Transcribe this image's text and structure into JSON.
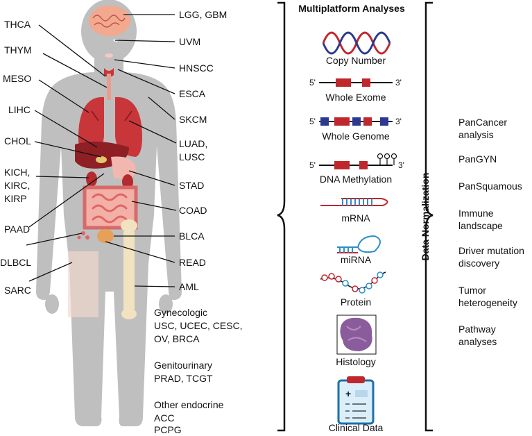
{
  "organ_labels": {
    "thca": "THCA",
    "thym": "THYM",
    "meso": "MESO",
    "lihc": "LIHC",
    "chol": "CHOL",
    "kich": "KICH,",
    "kirc": "KIRC,",
    "kirp": "KIRP",
    "paad": "PAAD",
    "dlbcl": "DLBCL",
    "sarc": "SARC",
    "lgg_gbm": "LGG, GBM",
    "uvm": "UVM",
    "hnscc": "HNSCC",
    "esca": "ESCA",
    "skcm": "SKCM",
    "luad": "LUAD,",
    "lusc": "LUSC",
    "stad": "STAD",
    "coad": "COAD",
    "blca": "BLCA",
    "read": "READ",
    "aml": "AML"
  },
  "groups": {
    "gyn_title": "Gynecologic",
    "gyn_line1": "USC, UCEC, CESC,",
    "gyn_line2": "OV, BRCA",
    "gu_title": "Genitourinary",
    "gu_line1": "PRAD, TCGT",
    "endo_title": "Other endocrine",
    "endo_line1": "ACC",
    "endo_line2": "PCPG"
  },
  "platforms": {
    "title": "Multiplatform Analyses",
    "copy_number": "Copy Number",
    "whole_exome": "Whole Exome",
    "whole_genome": "Whole Genome",
    "dna_methylation": "DNA Methylation",
    "mrna": "mRNA",
    "mirna": "miRNA",
    "protein": "Protein",
    "histology": "Histology",
    "clinical": "Clinical Data",
    "five_prime": "5'",
    "three_prime": "3'"
  },
  "normalization_label": "Data Normalization",
  "analyses": {
    "pancancer_1": "PanCancer",
    "pancancer_2": "analysis",
    "pangyn": "PanGYN",
    "pansquamous": "PanSquamous",
    "immune_1": "Immune",
    "immune_2": "landscape",
    "driver_1": "Driver mutation",
    "driver_2": "discovery",
    "tumor_1": "Tumor",
    "tumor_2": "heterogeneity",
    "pathway_1": "Pathway",
    "pathway_2": "analyses"
  },
  "colors": {
    "body": "#bdbdbd",
    "organ_red": "#c8363a",
    "organ_dark": "#8e1f24",
    "intestine": "#eaa0a0",
    "bone": "#f1e3bf",
    "exon_red": "#c0272d",
    "exon_blue": "#2b3990",
    "rna_blue": "#2a8ecb"
  },
  "icons": [
    "brain-icon",
    "lungs-icon",
    "liver-icon",
    "kidney-icon",
    "intestine-icon",
    "bladder-icon",
    "bone-icon",
    "dna-helix-icon",
    "rna-hairpin-icon",
    "protein-chain-icon",
    "histology-slide-icon",
    "clipboard-icon"
  ]
}
